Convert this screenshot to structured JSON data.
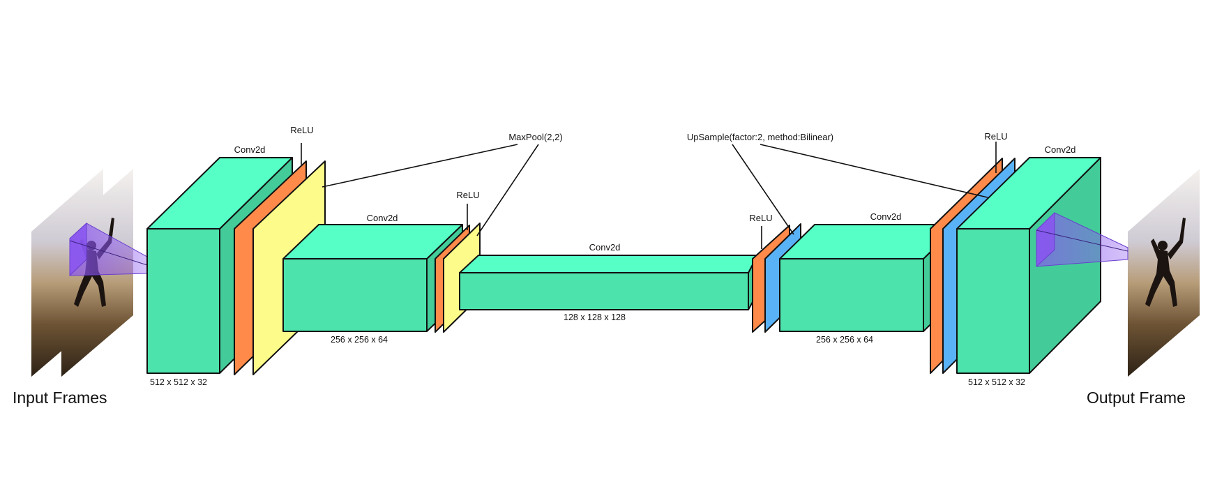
{
  "input_label": "Input Frames",
  "output_label": "Output Frame",
  "labels": {
    "conv1": "Conv2d",
    "relu1": "ReLU",
    "maxpool": "MaxPool(2,2)",
    "conv2": "Conv2d",
    "relu2": "ReLU",
    "conv3": "Conv2d",
    "upsample": "UpSample(factor:2, method:Bilinear)",
    "relu3": "ReLU",
    "conv4": "Conv2d",
    "relu4": "ReLU",
    "conv5": "Conv2d"
  },
  "dims": {
    "d1": "512 x 512 x 32",
    "d2": "256 x 256 x 64",
    "d3": "128 x 128 x 128",
    "d4": "256 x 256 x 64",
    "d5": "512 x 512 x 32"
  },
  "colors": {
    "conv_front": "#4de3ad",
    "conv_top": "#55ffc6",
    "conv_side": "#43cc99",
    "relu": "#ff8a4a",
    "maxpool": "#fdfb8a",
    "upsample": "#5ab2f6",
    "filter": "#8a55f0"
  }
}
